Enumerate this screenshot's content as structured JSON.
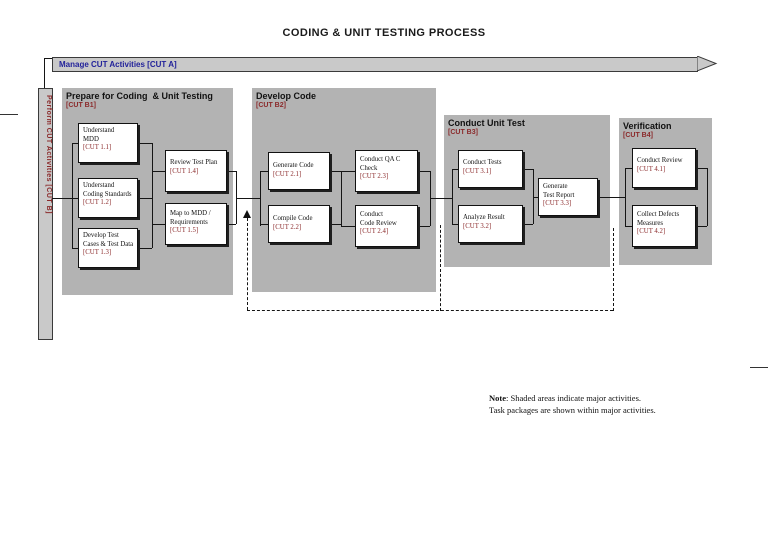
{
  "title": "CODING & UNIT TESTING PROCESS",
  "manage_bar": {
    "label": "Manage CUT Activities [CUT A]"
  },
  "perform_bar": {
    "label": "Perform CUT Activities [CUT B]"
  },
  "areas": [
    {
      "title": "Prepare for Coding  & Unit Testing",
      "cut": "[CUT B1]",
      "tasks": [
        {
          "label": [
            "Understand",
            "MDD"
          ],
          "cut": "[CUT 1.1]"
        },
        {
          "label": [
            "Understand",
            "Coding Standards"
          ],
          "cut": "[CUT 1.2]"
        },
        {
          "label": [
            "Develop Test",
            "Cases & Test Data"
          ],
          "cut": "[CUT 1.3]"
        },
        {
          "label": [
            "Review Test Plan"
          ],
          "cut": "[CUT 1.4]"
        },
        {
          "label": [
            "Map to MDD /",
            "Requirements"
          ],
          "cut": "[CUT 1.5]"
        }
      ]
    },
    {
      "title": "Develop Code",
      "cut": "[CUT B2]",
      "tasks": [
        {
          "label": [
            "Generate Code"
          ],
          "cut": "[CUT 2.1]"
        },
        {
          "label": [
            "Compile Code"
          ],
          "cut": "[CUT 2.2]"
        },
        {
          "label": [
            "Conduct QA C",
            "Check"
          ],
          "cut": "[CUT 2.3]"
        },
        {
          "label": [
            "Conduct",
            "Code Review"
          ],
          "cut": "[CUT 2.4]"
        }
      ]
    },
    {
      "title": "Conduct Unit Test",
      "cut": "[CUT B3]",
      "tasks": [
        {
          "label": [
            "Conduct Tests"
          ],
          "cut": "[CUT 3.1]"
        },
        {
          "label": [
            "Analyze Result"
          ],
          "cut": "[CUT 3.2]"
        },
        {
          "label": [
            "Generate",
            "Test Report"
          ],
          "cut": "[CUT 3.3]"
        }
      ]
    },
    {
      "title": "Verification",
      "cut": "[CUT B4]",
      "tasks": [
        {
          "label": [
            "Conduct Review"
          ],
          "cut": "[CUT 4.1]"
        },
        {
          "label": [
            "Collect Defects",
            "Measures"
          ],
          "cut": "[CUT 4.2]"
        }
      ]
    }
  ],
  "note": {
    "label": "Note",
    "line1": ": Shaded areas indicate major activities.",
    "line2": "Task packages are shown within major activities."
  },
  "colors": {
    "shaded_area": "#b3b3b3",
    "bar_fill": "#c9c9c9",
    "cut_label_red": "#8b2a2b",
    "manage_label_blue": "#22229a"
  }
}
